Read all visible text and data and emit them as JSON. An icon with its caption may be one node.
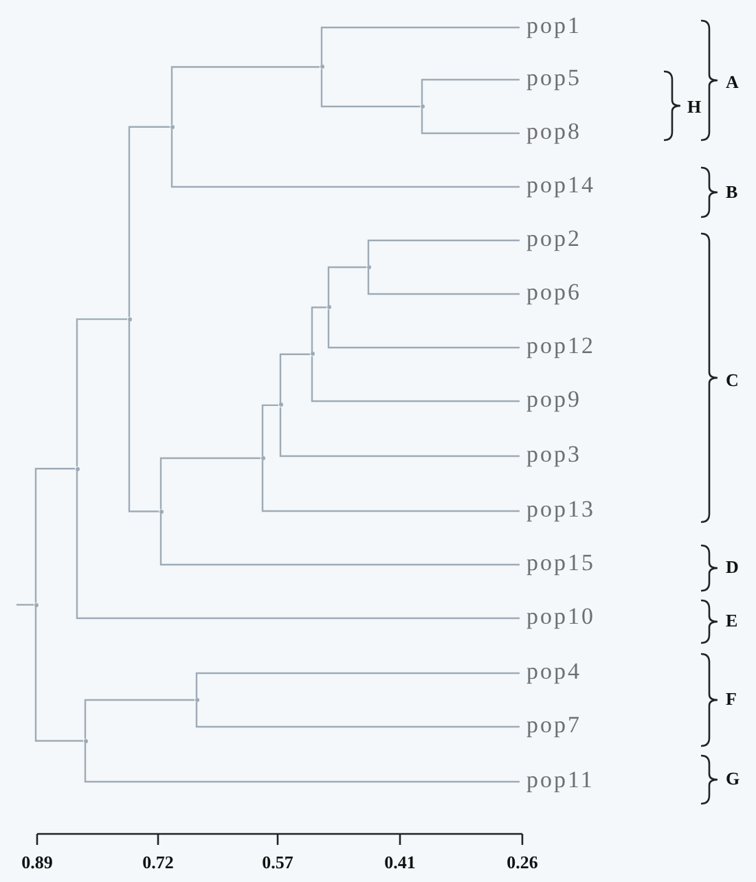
{
  "diagram": {
    "nodes": [
      {
        "text": [
          "pop1"
        ]
      },
      {
        "text": [
          "pop5"
        ]
      },
      {
        "text": [
          "pop8"
        ]
      },
      {
        "text": [
          "pop14"
        ]
      },
      {
        "text": [
          "pop2"
        ]
      },
      {
        "text": [
          "pop6"
        ]
      },
      {
        "text": [
          "pop12"
        ]
      },
      {
        "text": [
          "pop9"
        ]
      },
      {
        "text": [
          "pop3"
        ]
      },
      {
        "text": [
          "pop13"
        ]
      },
      {
        "text": [
          "pop15"
        ]
      },
      {
        "text": [
          "pop10"
        ]
      },
      {
        "text": [
          "pop4"
        ]
      },
      {
        "text": [
          "pop7"
        ]
      },
      {
        "text": [
          "pop11"
        ]
      },
      {
        "text": [],
        "shape": "point"
      },
      {
        "text": [],
        "shape": "point"
      },
      {
        "text": [],
        "shape": "point"
      },
      {
        "text": [],
        "shape": "point"
      },
      {
        "text": [],
        "shape": "point"
      },
      {
        "text": [],
        "shape": "point"
      },
      {
        "text": [],
        "shape": "point"
      },
      {
        "text": [],
        "shape": "point"
      },
      {
        "text": [],
        "shape": "point"
      },
      {
        "text": [],
        "shape": "point"
      },
      {
        "text": [],
        "shape": "point"
      },
      {
        "text": [],
        "shape": "point"
      },
      {
        "text": [],
        "shape": "point"
      },
      {
        "text": [],
        "shape": "point"
      }
    ],
    "edges": [
      {
        "from": null,
        "to": 15,
        "arrow": "none"
      },
      {
        "from": 15,
        "to": 16,
        "arrow": "none"
      },
      {
        "from": 15,
        "to": 17,
        "arrow": "none"
      },
      {
        "from": 16,
        "to": 18,
        "arrow": "none"
      },
      {
        "from": 16,
        "to": 11,
        "arrow": "none"
      },
      {
        "from": 17,
        "to": 21,
        "arrow": "none"
      },
      {
        "from": 17,
        "to": 14,
        "arrow": "none"
      },
      {
        "from": 18,
        "to": 20,
        "arrow": "none"
      },
      {
        "from": 18,
        "to": 19,
        "arrow": "none"
      },
      {
        "from": 19,
        "to": 22,
        "arrow": "none"
      },
      {
        "from": 19,
        "to": 10,
        "arrow": "none"
      },
      {
        "from": 20,
        "to": 25,
        "arrow": "none"
      },
      {
        "from": 20,
        "to": 3,
        "arrow": "none"
      },
      {
        "from": 21,
        "to": 12,
        "arrow": "none"
      },
      {
        "from": 21,
        "to": 13,
        "arrow": "none"
      },
      {
        "from": 22,
        "to": 23,
        "arrow": "none"
      },
      {
        "from": 22,
        "to": 9,
        "arrow": "none"
      },
      {
        "from": 23,
        "to": 24,
        "arrow": "none"
      },
      {
        "from": 23,
        "to": 8,
        "arrow": "none"
      },
      {
        "from": 24,
        "to": 26,
        "arrow": "none"
      },
      {
        "from": 24,
        "to": 7,
        "arrow": "none"
      },
      {
        "from": 25,
        "to": 0,
        "arrow": "none"
      },
      {
        "from": 25,
        "to": 28,
        "arrow": "none"
      },
      {
        "from": 26,
        "to": 27,
        "arrow": "none"
      },
      {
        "from": 26,
        "to": 6,
        "arrow": "none"
      },
      {
        "from": 27,
        "to": 4,
        "arrow": "none"
      },
      {
        "from": 27,
        "to": 5,
        "arrow": "none"
      },
      {
        "from": 28,
        "to": 1,
        "arrow": "none"
      },
      {
        "from": 28,
        "to": 2,
        "arrow": "none"
      }
    ],
    "labels": [
      "A",
      "H",
      "B",
      "C",
      "D",
      "E",
      "F",
      "G",
      "0.89",
      "0.72",
      "0.57",
      "0.41",
      "0.26"
    ]
  }
}
